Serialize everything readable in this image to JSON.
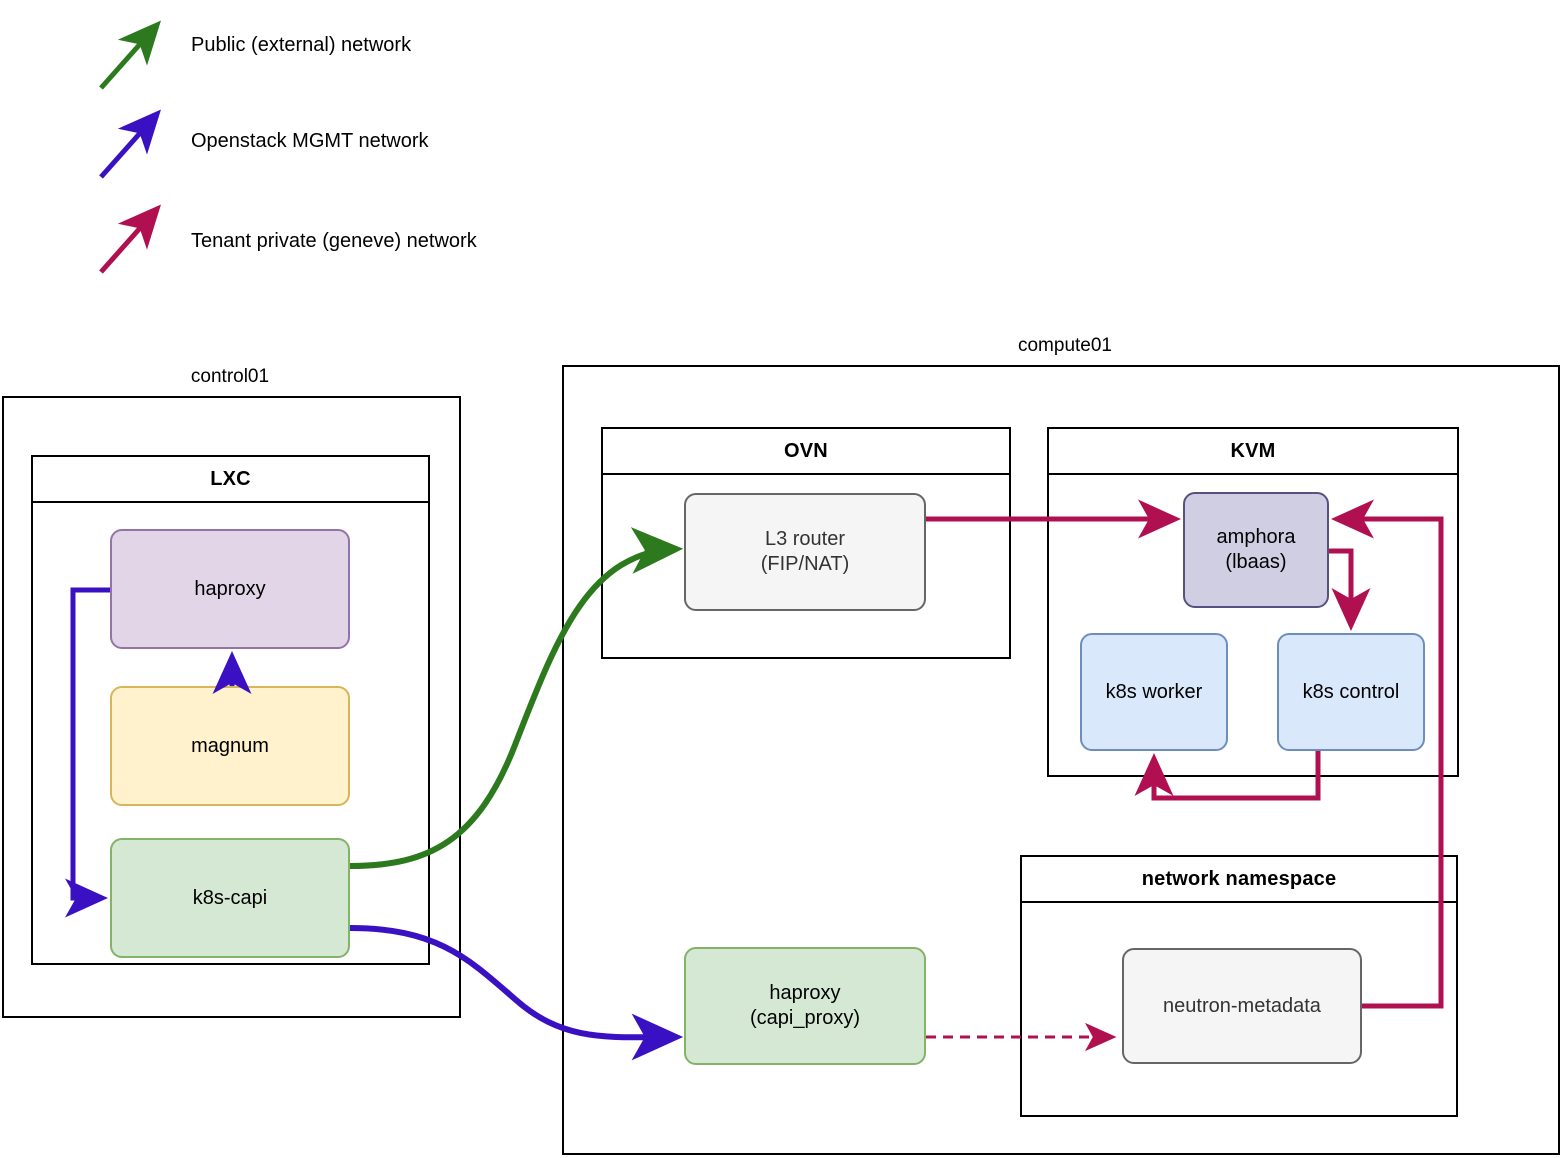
{
  "legend": {
    "items": [
      {
        "label": "Public (external) network",
        "color": "#2D7A1E",
        "icon": "arrow-up-right-icon"
      },
      {
        "label": "Openstack MGMT network",
        "color": "#3A11C2",
        "icon": "arrow-up-right-icon"
      },
      {
        "label": "Tenant private (geneve) network",
        "color": "#B01050",
        "icon": "arrow-up-right-icon"
      }
    ]
  },
  "hosts": [
    {
      "id": "control01",
      "label": "control01"
    },
    {
      "id": "compute01",
      "label": "compute01"
    }
  ],
  "groups": [
    {
      "id": "lxc",
      "title": "LXC"
    },
    {
      "id": "ovn",
      "title": "OVN"
    },
    {
      "id": "kvm",
      "title": "KVM"
    },
    {
      "id": "netns",
      "title": "network namespace"
    }
  ],
  "nodes": [
    {
      "id": "haproxy",
      "label": "haproxy",
      "style": "purple",
      "parent": "lxc"
    },
    {
      "id": "magnum",
      "label": "magnum",
      "style": "yellow",
      "parent": "lxc"
    },
    {
      "id": "k8s-capi",
      "label": "k8s-capi",
      "style": "green",
      "parent": "lxc"
    },
    {
      "id": "l3-router",
      "label": "L3 router\n(FIP/NAT)",
      "style": "grey",
      "parent": "ovn"
    },
    {
      "id": "amphora",
      "label": "amphora\n(lbaas)",
      "style": "lilac",
      "parent": "kvm"
    },
    {
      "id": "k8s-worker",
      "label": "k8s worker",
      "style": "blue",
      "parent": "kvm"
    },
    {
      "id": "k8s-control",
      "label": "k8s control",
      "style": "blue",
      "parent": "kvm"
    },
    {
      "id": "haproxy-capi",
      "label": "haproxy\n(capi_proxy)",
      "style": "green",
      "parent": "compute01"
    },
    {
      "id": "neutron-metadata",
      "label": "neutron-metadata",
      "style": "grey",
      "parent": "netns"
    }
  ],
  "connections": [
    {
      "id": "magnum-to-haproxy",
      "from": "magnum",
      "to": "haproxy",
      "network": "mgmt",
      "style": "solid"
    },
    {
      "id": "haproxy-to-k8s-capi",
      "from": "haproxy",
      "to": "k8s-capi",
      "network": "mgmt",
      "style": "solid"
    },
    {
      "id": "k8s-capi-to-l3-router",
      "from": "k8s-capi",
      "to": "l3-router",
      "network": "public",
      "style": "solid"
    },
    {
      "id": "k8s-capi-to-haproxy-capi",
      "from": "k8s-capi",
      "to": "haproxy-capi",
      "network": "mgmt",
      "style": "solid"
    },
    {
      "id": "l3-router-to-amphora",
      "from": "l3-router",
      "to": "amphora",
      "network": "tenant",
      "style": "solid"
    },
    {
      "id": "amphora-to-k8s-control",
      "from": "amphora",
      "to": "k8s-control",
      "network": "tenant",
      "style": "solid"
    },
    {
      "id": "k8s-control-to-k8s-worker",
      "from": "k8s-control",
      "to": "k8s-worker",
      "network": "tenant",
      "style": "solid"
    },
    {
      "id": "neutron-metadata-to-amphora",
      "from": "neutron-metadata",
      "to": "amphora",
      "network": "tenant",
      "style": "solid"
    },
    {
      "id": "haproxy-capi-to-neutron-meta",
      "from": "haproxy-capi",
      "to": "neutron-metadata",
      "network": "tenant",
      "style": "dashed"
    }
  ],
  "colors": {
    "public": "#2D7A1E",
    "mgmt": "#3A11C2",
    "tenant": "#B01050",
    "outline": "#000000",
    "background": "#ffffff"
  }
}
